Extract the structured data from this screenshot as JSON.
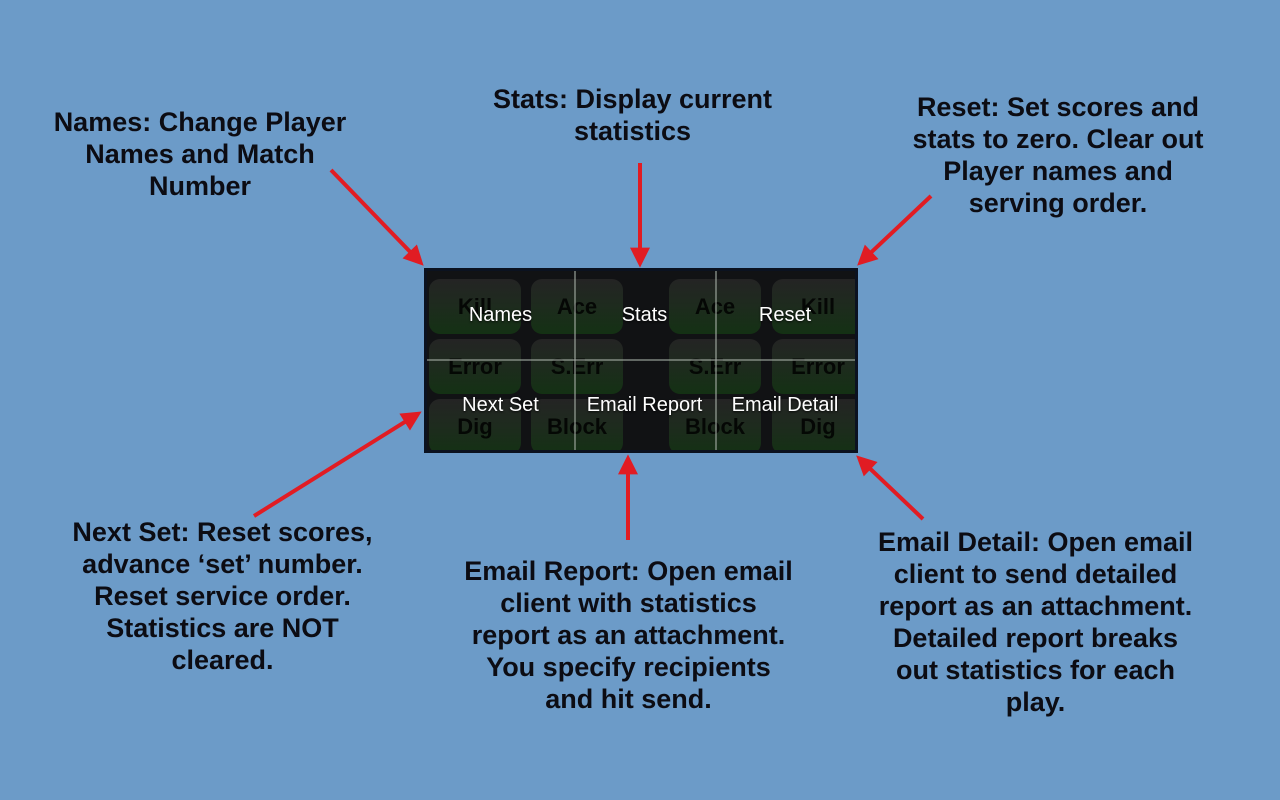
{
  "colors": {
    "background": "#6c9bc8",
    "arrow": "#e11c23",
    "annotation_text": "#0c0c13",
    "panel_background": "#111214",
    "panel_border": "#0b1220",
    "menu_text": "#ffffff",
    "scoreboard_button_green": "#143114",
    "grid_line": "#a5afa5"
  },
  "annotations": {
    "names": {
      "lines": [
        "Names: Change Player",
        "Names and Match",
        "Number"
      ]
    },
    "stats": {
      "lines": [
        "Stats: Display current",
        "statistics"
      ]
    },
    "reset": {
      "lines": [
        "Reset: Set scores and",
        "stats to zero. Clear out",
        "Player names and",
        "serving order."
      ]
    },
    "next_set": {
      "lines": [
        "Next Set: Reset scores,",
        "advance ‘set’ number.",
        "Reset service order.",
        "Statistics are NOT",
        "cleared."
      ]
    },
    "email_report": {
      "lines": [
        "Email Report: Open email",
        "client with statistics",
        "report as an attachment.",
        "You specify recipients",
        "and hit send."
      ]
    },
    "email_detail": {
      "lines": [
        "Email Detail: Open email",
        "client to send detailed",
        "report as an attachment.",
        "Detailed report breaks",
        "out statistics for each",
        "play."
      ]
    }
  },
  "menu": {
    "rows": [
      [
        "Names",
        "Stats",
        "Reset"
      ],
      [
        "Next Set",
        "Email Report",
        "Email Detail"
      ]
    ]
  },
  "scoreboard": {
    "rows": [
      [
        "Kill",
        "Ace",
        "Ace",
        "Kill"
      ],
      [
        "Error",
        "S.Err",
        "S.Err",
        "Error"
      ],
      [
        "Dig",
        "Block",
        "Block",
        "Dig"
      ]
    ]
  }
}
